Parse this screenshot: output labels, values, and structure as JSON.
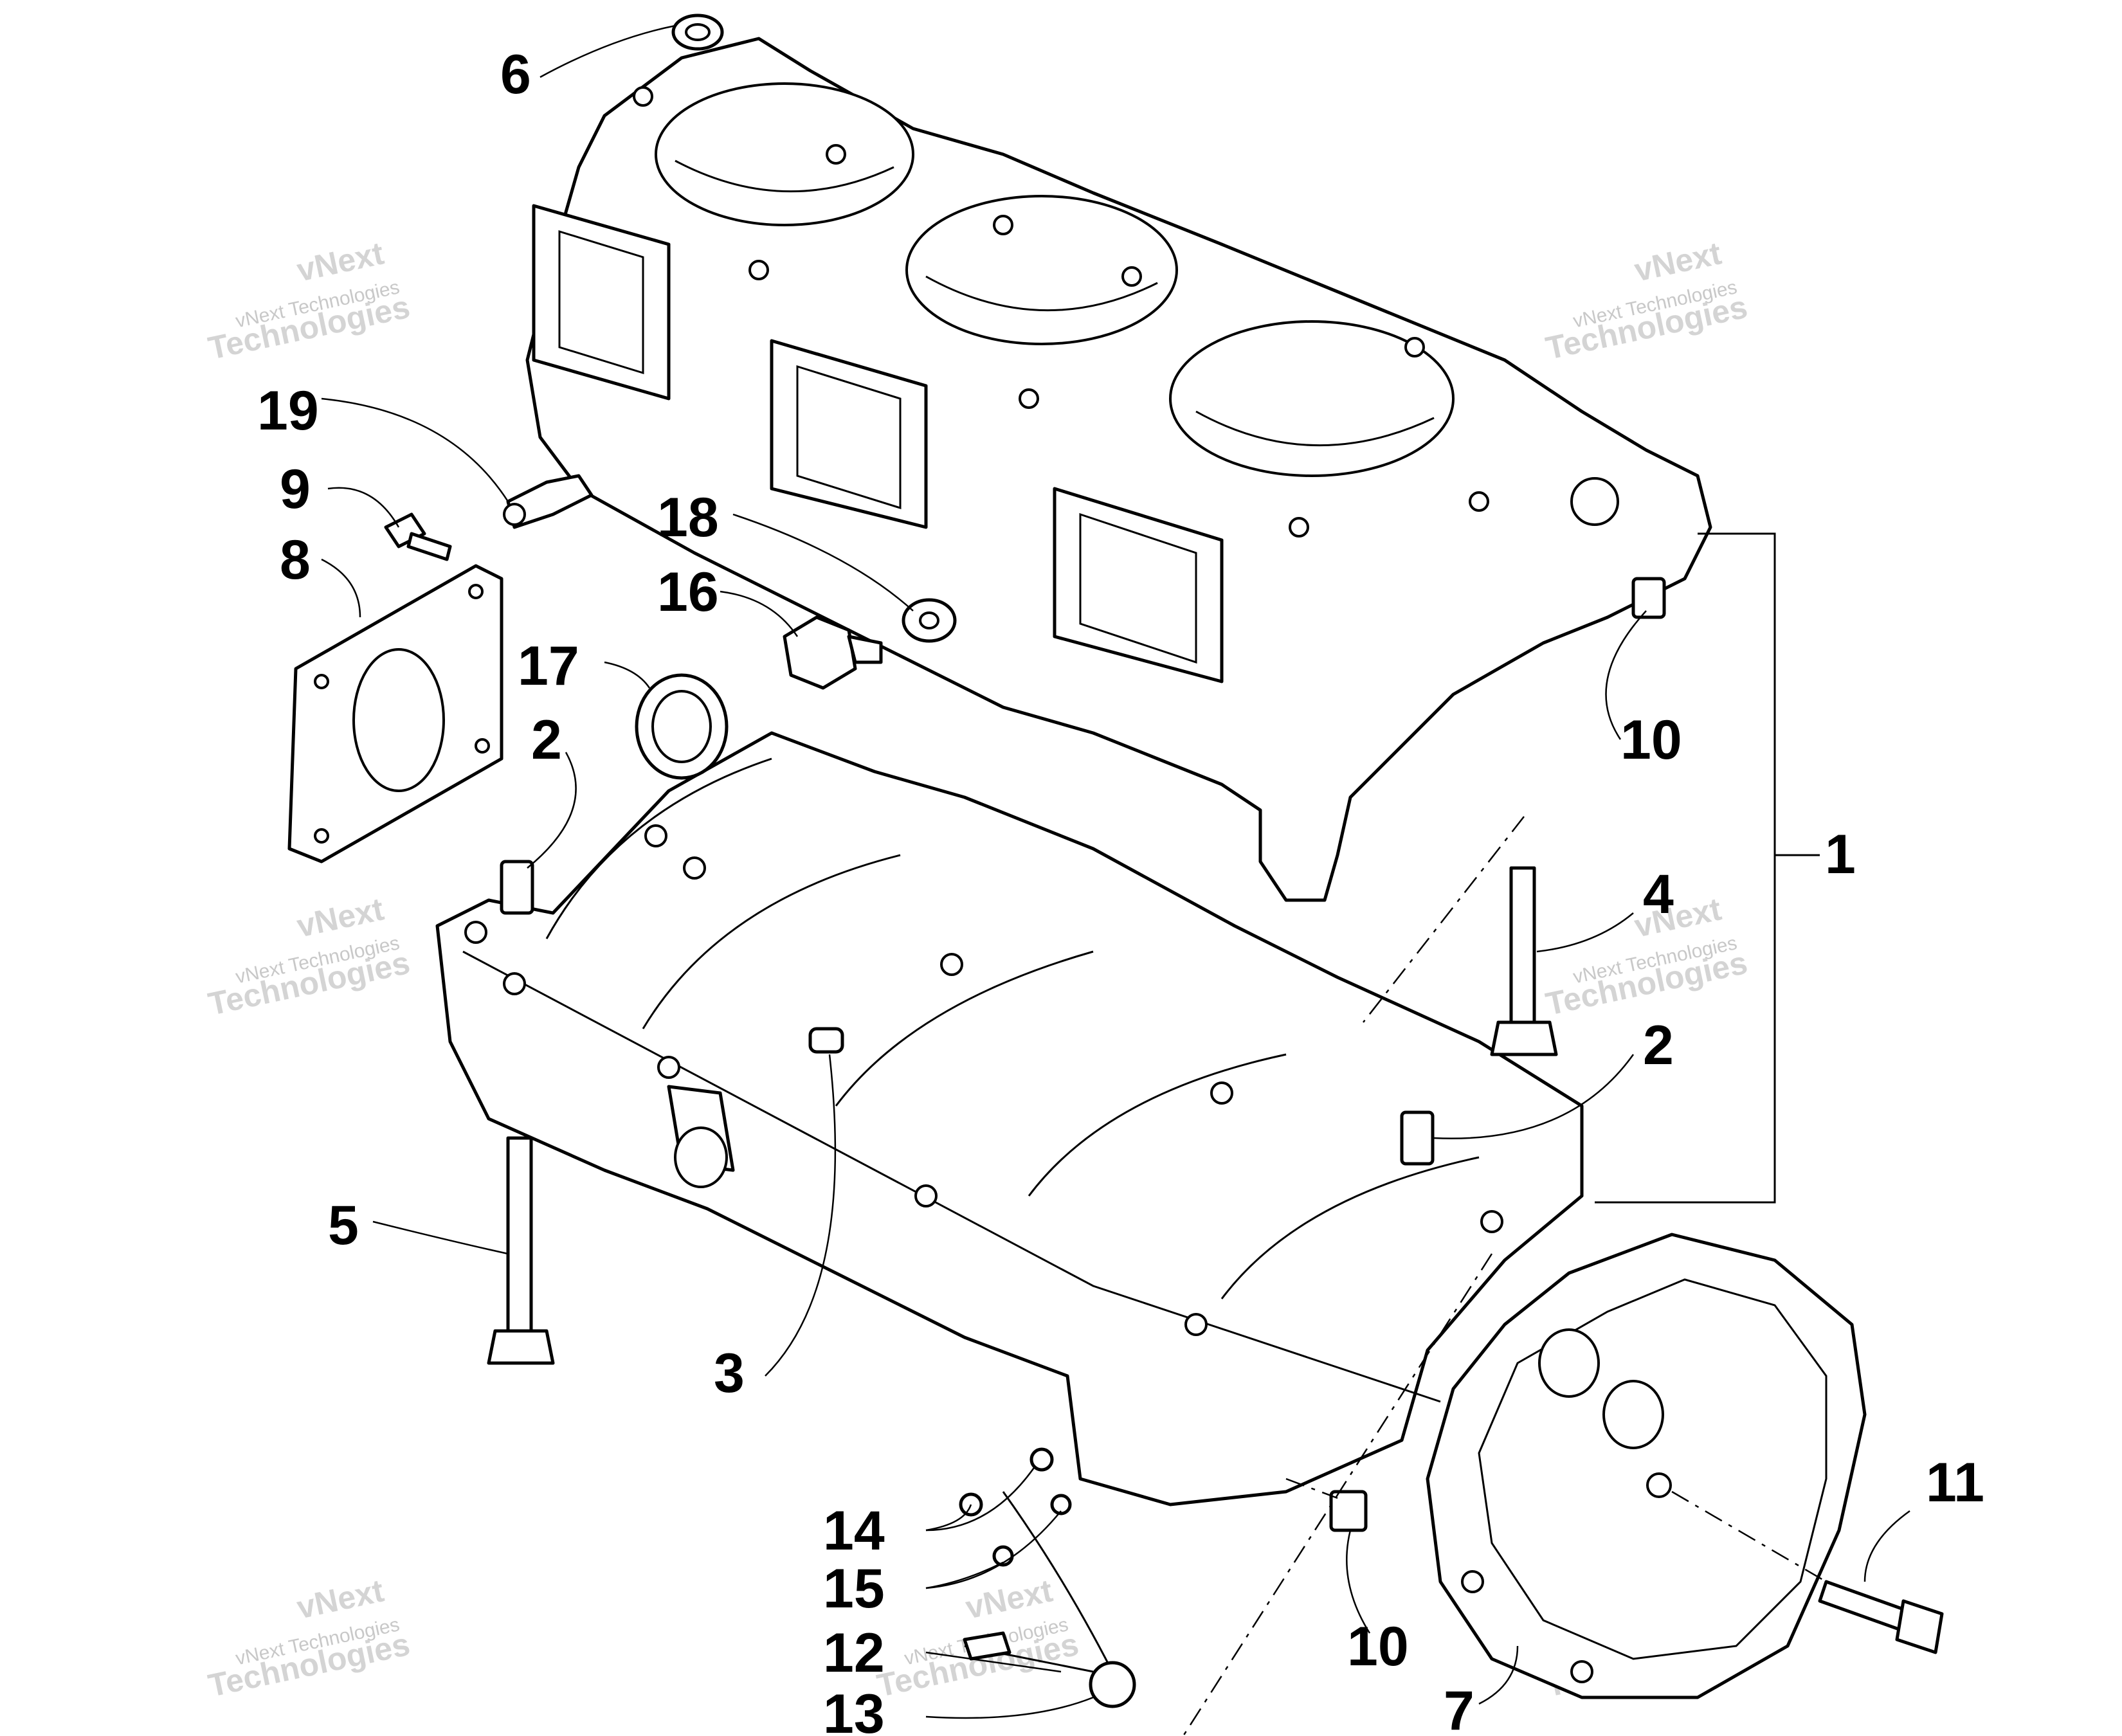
{
  "diagram": {
    "callouts": [
      {
        "id": "c6",
        "text": "6"
      },
      {
        "id": "c19",
        "text": "19"
      },
      {
        "id": "c9",
        "text": "9"
      },
      {
        "id": "c8",
        "text": "8"
      },
      {
        "id": "c18",
        "text": "18"
      },
      {
        "id": "c16",
        "text": "16"
      },
      {
        "id": "c17",
        "text": "17"
      },
      {
        "id": "c2a",
        "text": "2"
      },
      {
        "id": "c10a",
        "text": "10"
      },
      {
        "id": "c1",
        "text": "1"
      },
      {
        "id": "c4",
        "text": "4"
      },
      {
        "id": "c2b",
        "text": "2"
      },
      {
        "id": "c5",
        "text": "5"
      },
      {
        "id": "c3",
        "text": "3"
      },
      {
        "id": "c11",
        "text": "11"
      },
      {
        "id": "c14",
        "text": "14"
      },
      {
        "id": "c15",
        "text": "15"
      },
      {
        "id": "c10b",
        "text": "10"
      },
      {
        "id": "c12",
        "text": "12"
      },
      {
        "id": "c13",
        "text": "13"
      },
      {
        "id": "c7",
        "text": "7"
      }
    ],
    "watermark": {
      "line1": "vNext Technologies",
      "line2": "vNext",
      "line3": "Technologies"
    }
  }
}
